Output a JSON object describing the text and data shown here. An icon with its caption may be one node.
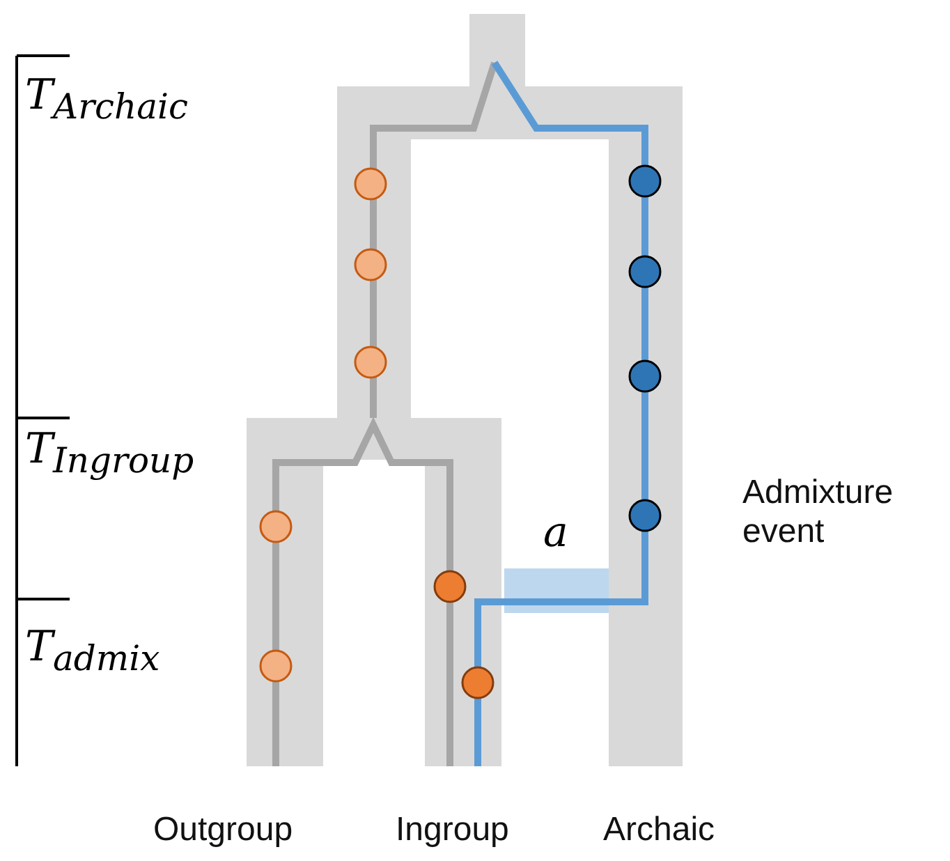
{
  "diagram": {
    "labels": [
      "T$_{Archaic}$",
      "T$_{Ingroup}$",
      "T$_{admix}$",
      "a",
      "Admixture event",
      "Outgroup",
      "Ingroup",
      "Archaic"
    ]
  }
}
